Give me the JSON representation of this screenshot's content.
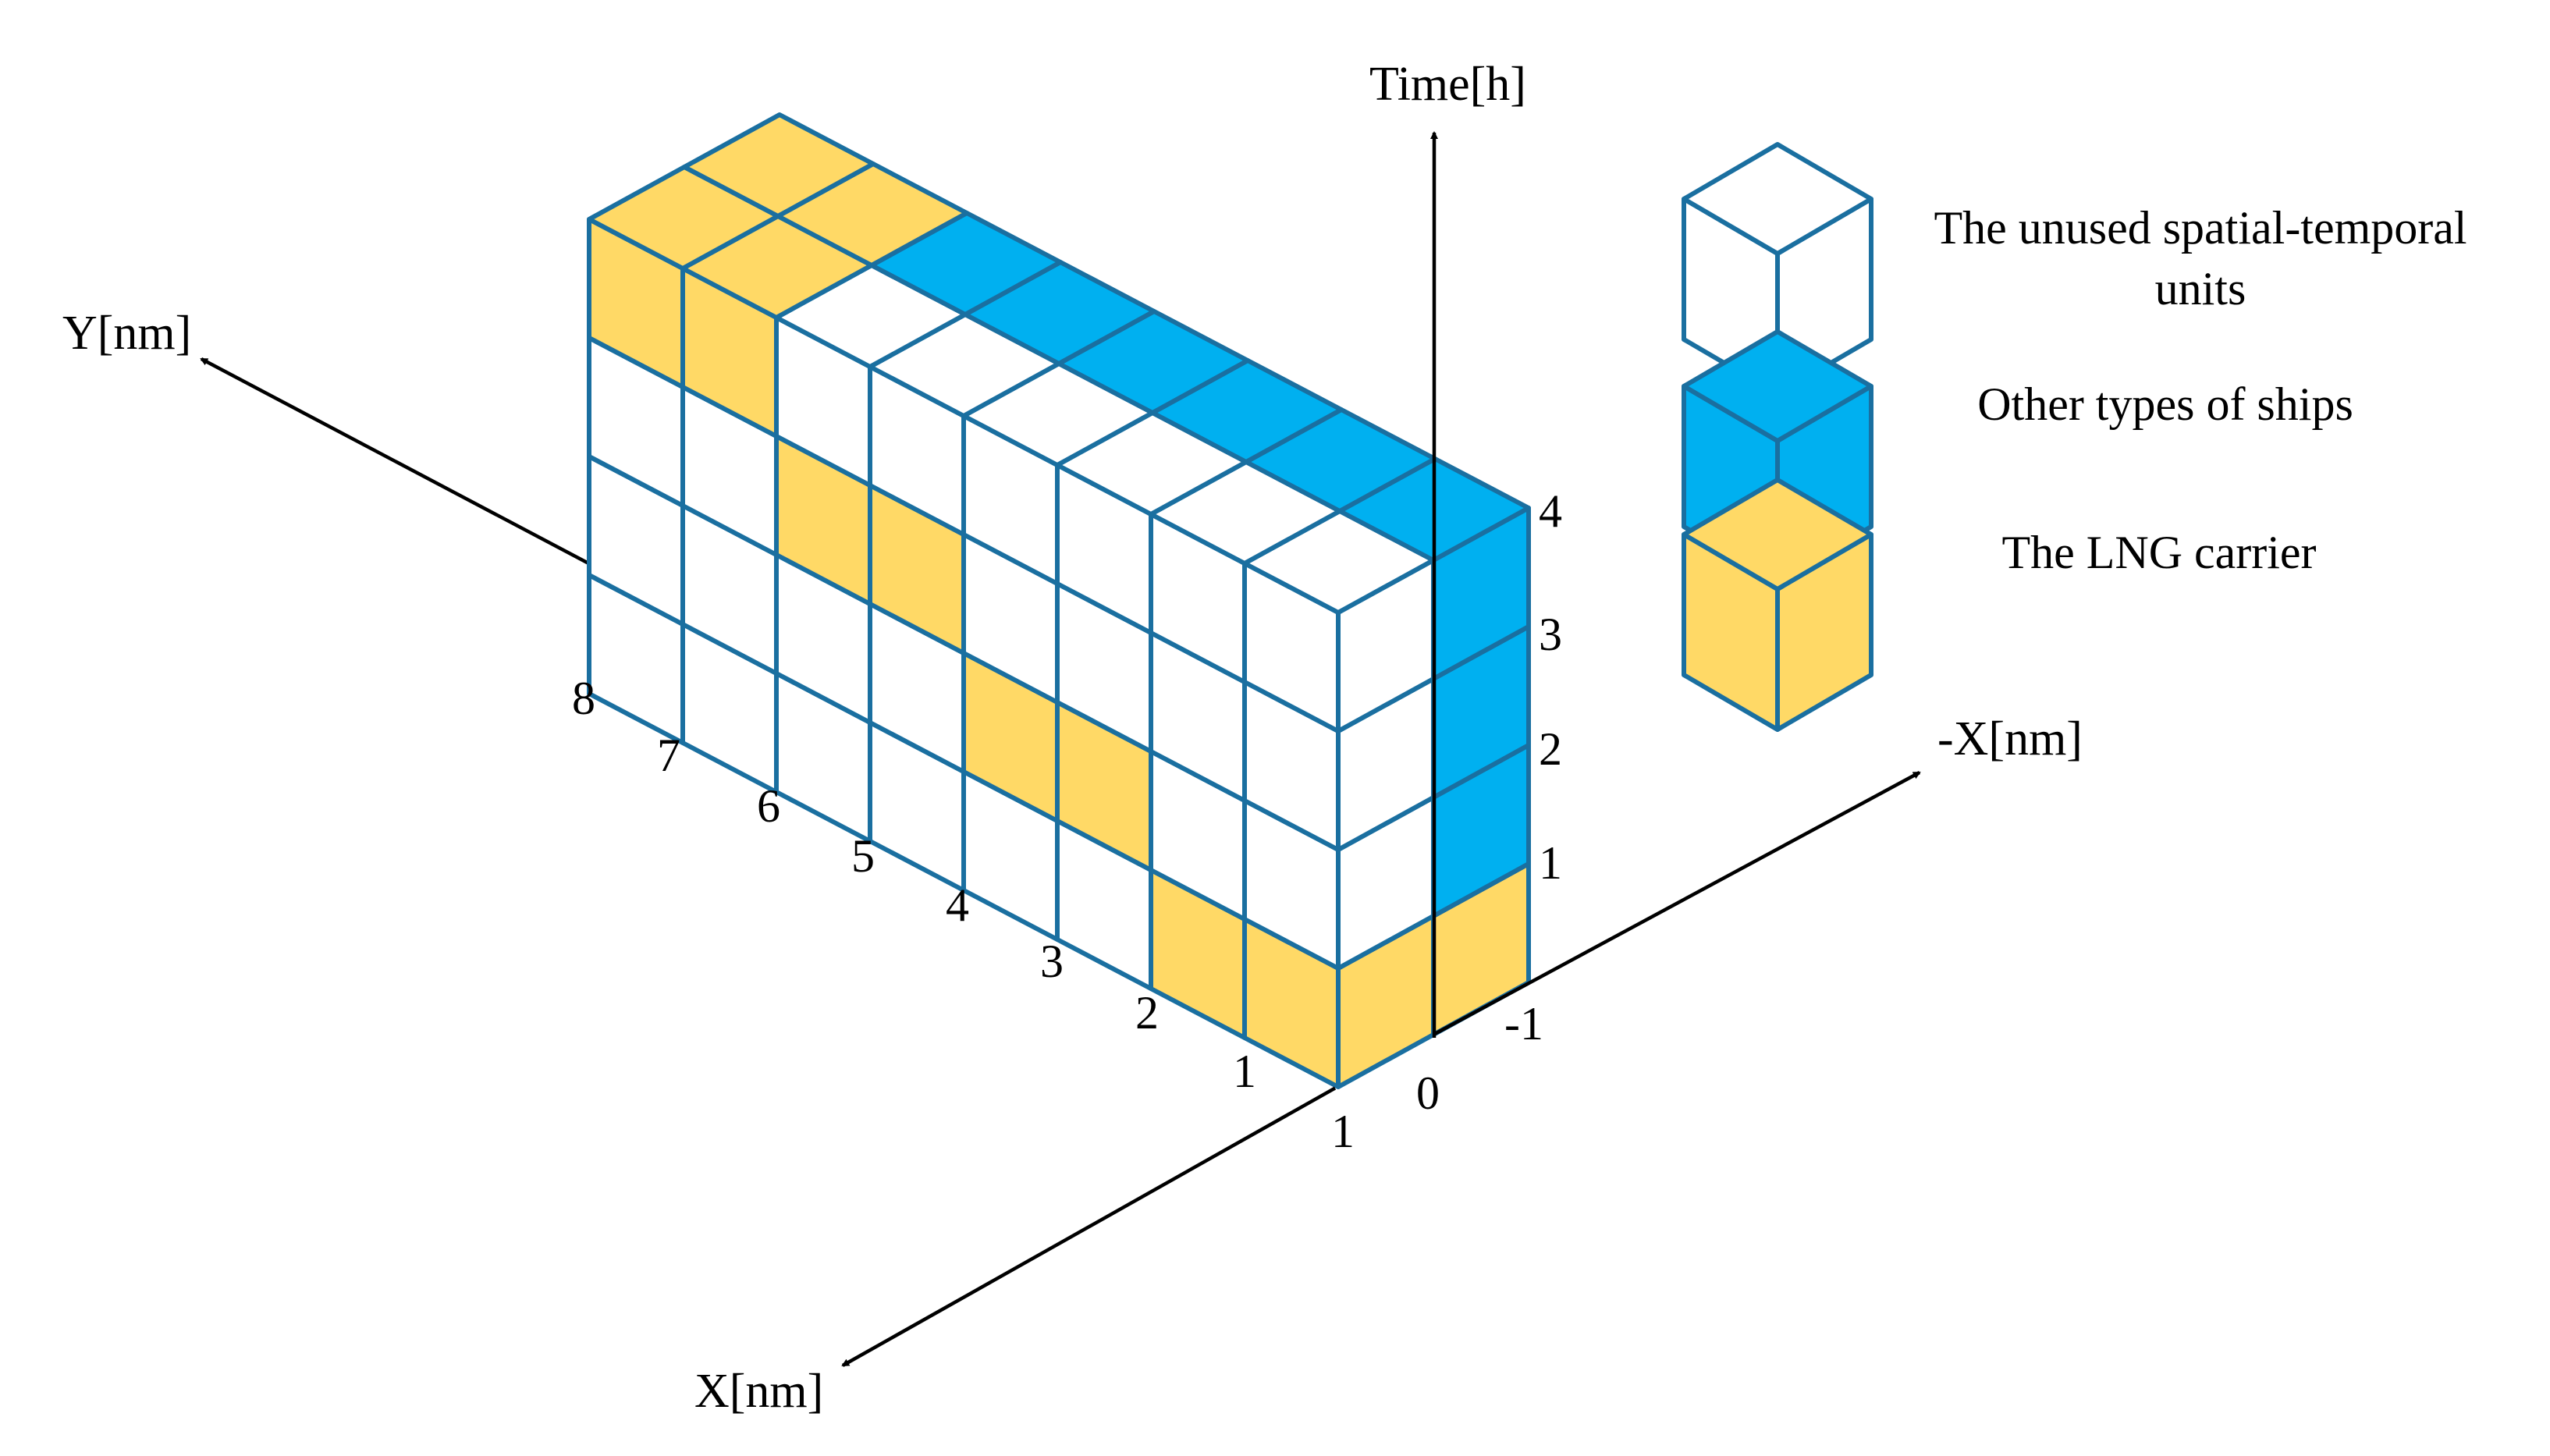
{
  "colors": {
    "unused": "#ffffff",
    "other": "#00b0f0",
    "lng": "#ffd966",
    "edge": "#1a6fa0",
    "axis": "#000000"
  },
  "axes": {
    "time": "Time[h]",
    "y": "Y[nm]",
    "x": "X[nm]",
    "neg_x": "-X[nm]"
  },
  "ticks": {
    "time": [
      "1",
      "2",
      "3",
      "4"
    ],
    "y": [
      "1",
      "2",
      "3",
      "4",
      "5",
      "6",
      "7",
      "8"
    ],
    "x_origin": "0",
    "x_one": "1",
    "x_neg_one": "-1"
  },
  "legend": [
    {
      "kind": "unused",
      "label_line1": "The unused spatial-temporal",
      "label_line2": "units"
    },
    {
      "kind": "other",
      "label_line1": "Other types of ships",
      "label_line2": ""
    },
    {
      "kind": "lng",
      "label_line1": "The LNG carrier",
      "label_line2": ""
    }
  ],
  "grid": {
    "x_columns": [
      "1",
      "-1"
    ],
    "y_rows": [
      "1",
      "2",
      "3",
      "4",
      "5",
      "6",
      "7",
      "8"
    ],
    "time_layers": [
      "1",
      "2",
      "3",
      "4"
    ],
    "lng_carrier_cells": [
      {
        "x": "1",
        "y": "1",
        "time": "1"
      },
      {
        "x": "1",
        "y": "2",
        "time": "1"
      },
      {
        "x": "1",
        "y": "3",
        "time": "2"
      },
      {
        "x": "1",
        "y": "4",
        "time": "2"
      },
      {
        "x": "1",
        "y": "5",
        "time": "3"
      },
      {
        "x": "1",
        "y": "6",
        "time": "3"
      },
      {
        "x": "1",
        "y": "7",
        "time": "4"
      },
      {
        "x": "1",
        "y": "8",
        "time": "4"
      },
      {
        "x": "-1",
        "y": "1",
        "time": "1"
      },
      {
        "x": "-1",
        "y": "7",
        "time": "4"
      },
      {
        "x": "-1",
        "y": "8",
        "time": "4"
      }
    ],
    "other_ship_cells": [
      {
        "x": "-1",
        "y": "1",
        "time": "2"
      },
      {
        "x": "-1",
        "y": "1",
        "time": "3"
      },
      {
        "x": "-1",
        "y": "1",
        "time": "4"
      },
      {
        "x": "-1",
        "y": "2",
        "time": "4"
      },
      {
        "x": "-1",
        "y": "3",
        "time": "4"
      },
      {
        "x": "-1",
        "y": "4",
        "time": "4"
      },
      {
        "x": "-1",
        "y": "5",
        "time": "4"
      },
      {
        "x": "-1",
        "y": "6",
        "time": "4"
      }
    ]
  }
}
